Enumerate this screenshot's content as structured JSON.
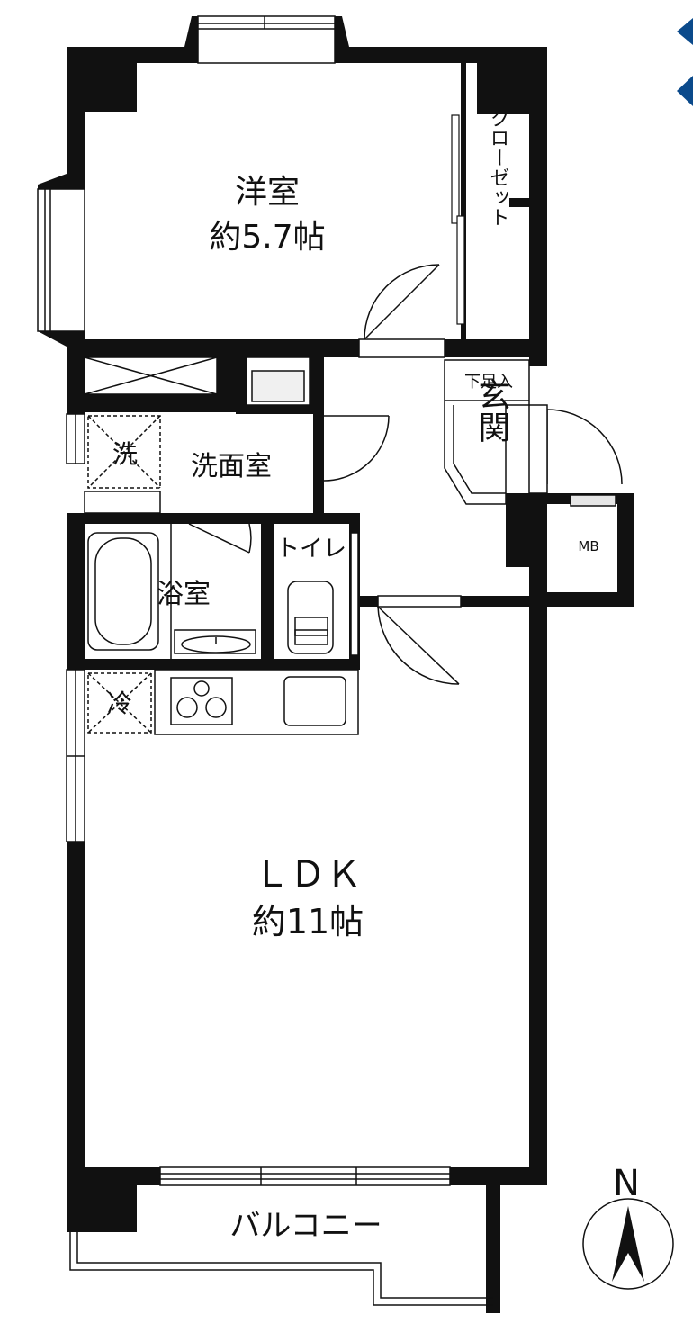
{
  "rooms": {
    "western_room": {
      "name": "洋室",
      "size": "約5.7帖"
    },
    "closet": "クローゼット",
    "shoe_box": "下足入",
    "entrance": "玄関",
    "washroom": "洗面室",
    "washer_mark": "洗",
    "bathroom": "浴室",
    "toilet": "トイレ",
    "fridge_mark": "冷",
    "meter_box": "MB",
    "ldk": {
      "name": "ＬＤＫ",
      "size": "約11帖"
    },
    "balcony": "バルコニー"
  },
  "compass": {
    "label": "N"
  },
  "colors": {
    "wall": "#111111",
    "accent_arrow": "#0b4a8b",
    "fixture_fill": "#f0f0f0"
  }
}
